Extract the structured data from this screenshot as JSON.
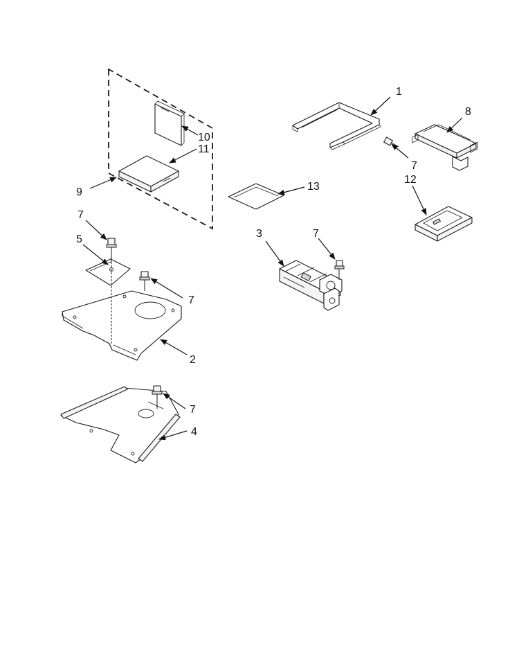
{
  "callouts": {
    "c1": "1",
    "c2": "2",
    "c3": "3",
    "c4": "4",
    "c5": "5",
    "c7a": "7",
    "c7b": "7",
    "c7c": "7",
    "c7d": "7",
    "c7e": "7",
    "c8": "8",
    "c9": "9",
    "c10": "10",
    "c11": "11",
    "c12": "12",
    "c13": "13"
  }
}
